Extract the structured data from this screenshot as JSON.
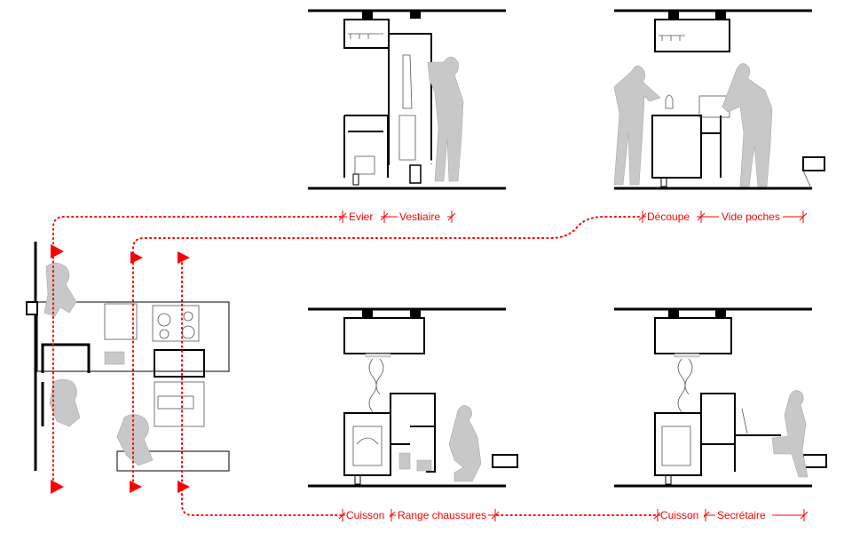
{
  "colors": {
    "accent": "#ff0000",
    "line": "#000000",
    "figure": "#c8c8c8"
  },
  "sections": {
    "top_left": {
      "labels": [
        "Evier",
        "Vestiaire"
      ]
    },
    "top_right": {
      "labels": [
        "Découpe",
        "Vide poches"
      ]
    },
    "bottom_left": {
      "labels": [
        "Cuisson",
        "Range chaussures"
      ]
    },
    "bottom_right": {
      "labels": [
        "Cuisson",
        "Secrétaire"
      ]
    }
  }
}
